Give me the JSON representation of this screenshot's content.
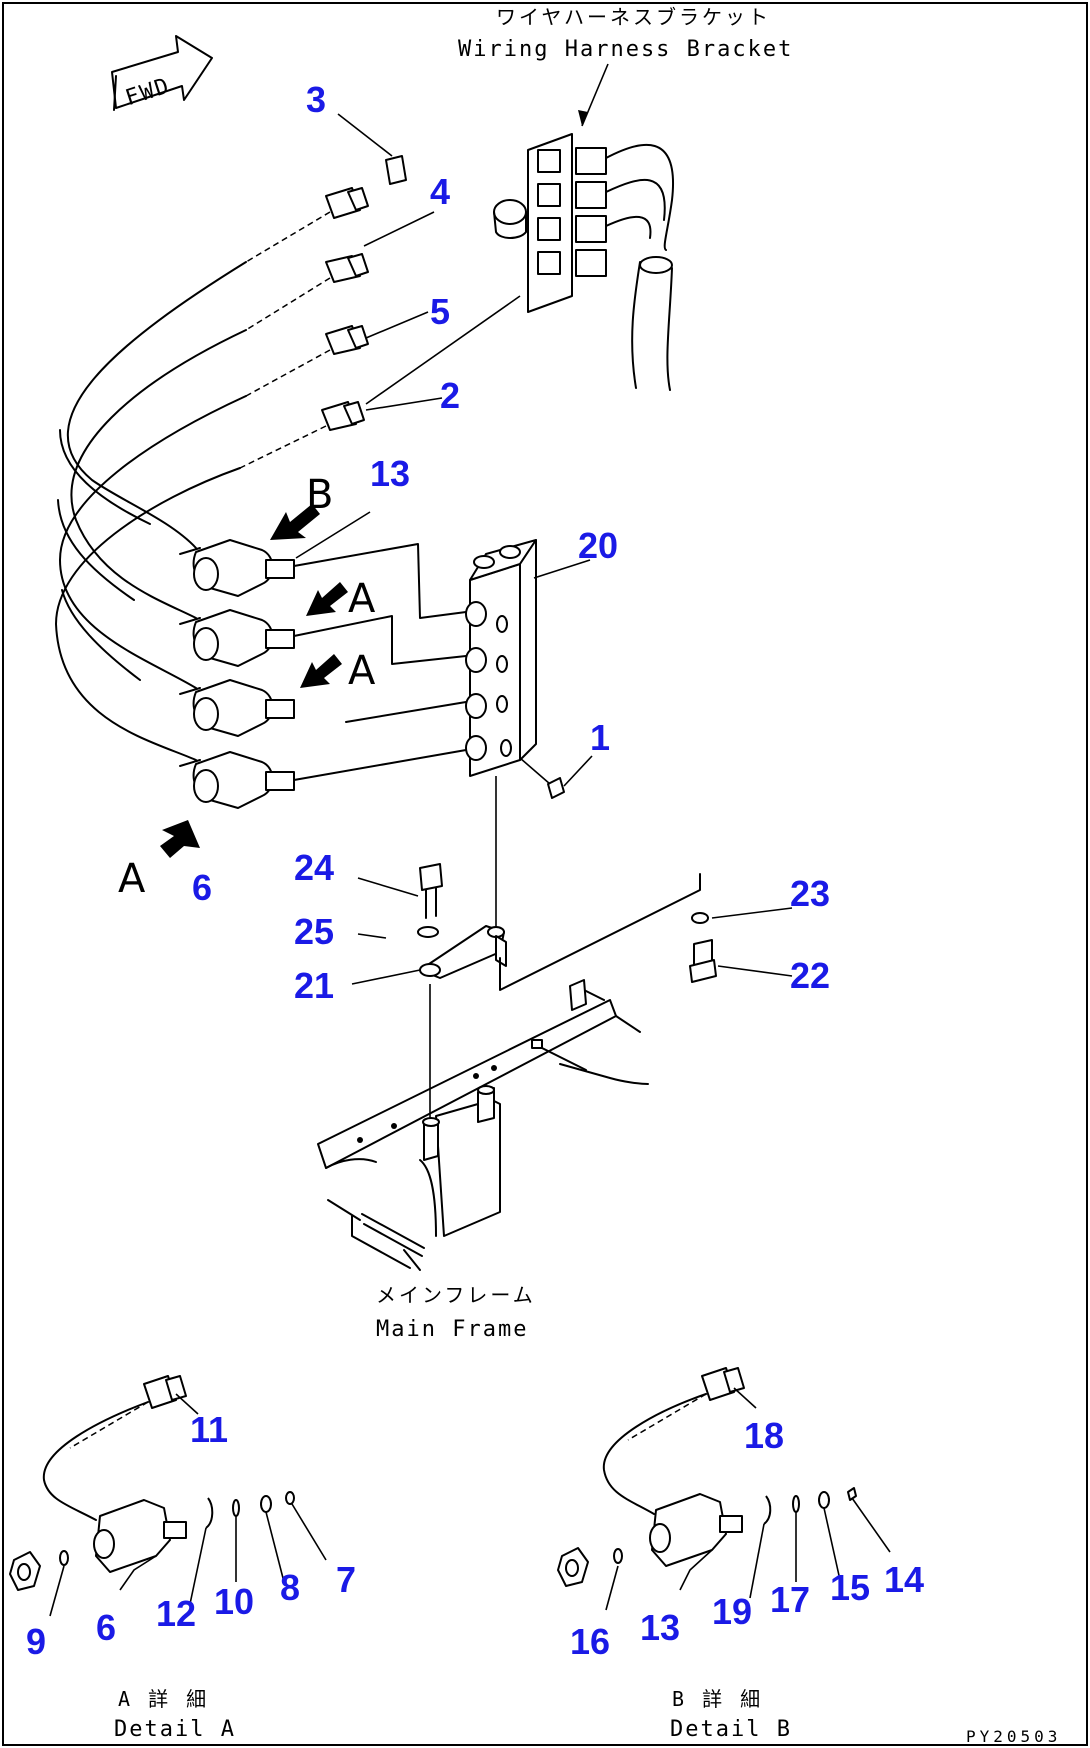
{
  "diagram": {
    "labels": {
      "harness_bracket_jp": "ワイヤハーネスブラケット",
      "harness_bracket_en": "Wiring Harness Bracket",
      "main_frame_jp": "メインフレーム",
      "main_frame_en": "Main Frame",
      "fwd_arrow": "FWD",
      "detail_a_jp": "A 詳 細",
      "detail_a_en": "Detail A",
      "detail_b_jp": "B 詳 細",
      "detail_b_en": "Detail B",
      "drawing_code": "PY20503"
    },
    "view_letters": {
      "b_top": "B",
      "a_first": "A",
      "a_second": "A",
      "a_left": "A"
    },
    "callouts": [
      "1",
      "2",
      "3",
      "4",
      "5",
      "6",
      "7",
      "8",
      "9",
      "10",
      "11",
      "12",
      "13",
      "14",
      "15",
      "16",
      "17",
      "18",
      "19",
      "20",
      "21",
      "22",
      "23",
      "24",
      "25"
    ]
  },
  "colors": {
    "callout": "#1a1ae6",
    "line": "#000000",
    "background": "#ffffff"
  }
}
